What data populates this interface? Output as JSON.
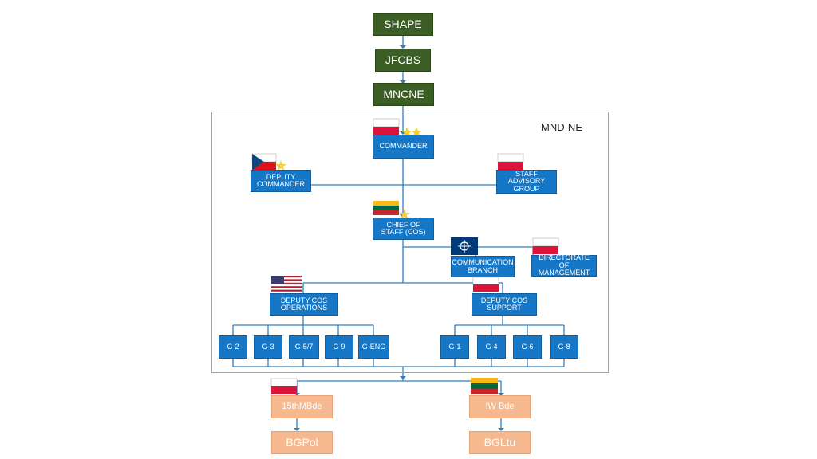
{
  "top_chain": {
    "shape": "SHAPE",
    "jfcbs": "JFCBS",
    "mncne": "MNCNE"
  },
  "frame_label": "MND-NE",
  "command": {
    "commander": "COMMANDER",
    "deputy_commander": [
      "DEPUTY",
      "COMMANDER"
    ],
    "staff_advisory_group": [
      "STAFF",
      "ADVISORY",
      "GROUP"
    ],
    "chief_of_staff": [
      "CHIEF OF",
      "STAFF (COS)"
    ],
    "communication_branch": [
      "COMMUNICATION",
      "BRANCH"
    ],
    "directorate_of_management": [
      "DIRECTORATE OF",
      "MANAGEMENT"
    ],
    "deputy_cos_operations": [
      "DEPUTY COS",
      "OPERATIONS"
    ],
    "deputy_cos_support": [
      "DEPUTY COS",
      "SUPPORT"
    ]
  },
  "operations_cells": [
    "G-2",
    "G-3",
    "G-5/7",
    "G-9",
    "G-ENG"
  ],
  "support_cells": [
    "G-1",
    "G-4",
    "G-6",
    "G-8"
  ],
  "subordinates": {
    "brigade_pl": "15thMBde",
    "brigade_lt": "IW Bde",
    "battlegroup_pl": "BGPol",
    "battlegroup_lt": "BGLtu"
  },
  "flags": {
    "poland": [
      "#ffffff",
      "#dc143c"
    ],
    "czech": [
      "#ffffff",
      "#d7141a",
      "#11457e"
    ],
    "lithuania": [
      "#fdb913",
      "#006a44",
      "#c1272d"
    ],
    "usa": [
      "#b22234",
      "#ffffff",
      "#3c3b6e"
    ],
    "nato": [
      "#003a78",
      "#ffffff"
    ]
  },
  "colors": {
    "green_box": "#3b5e24",
    "blue_box": "#1677c6",
    "orange_box": "#f5b88f",
    "connector": "#2e7fc4",
    "star": "#f4d03f"
  }
}
